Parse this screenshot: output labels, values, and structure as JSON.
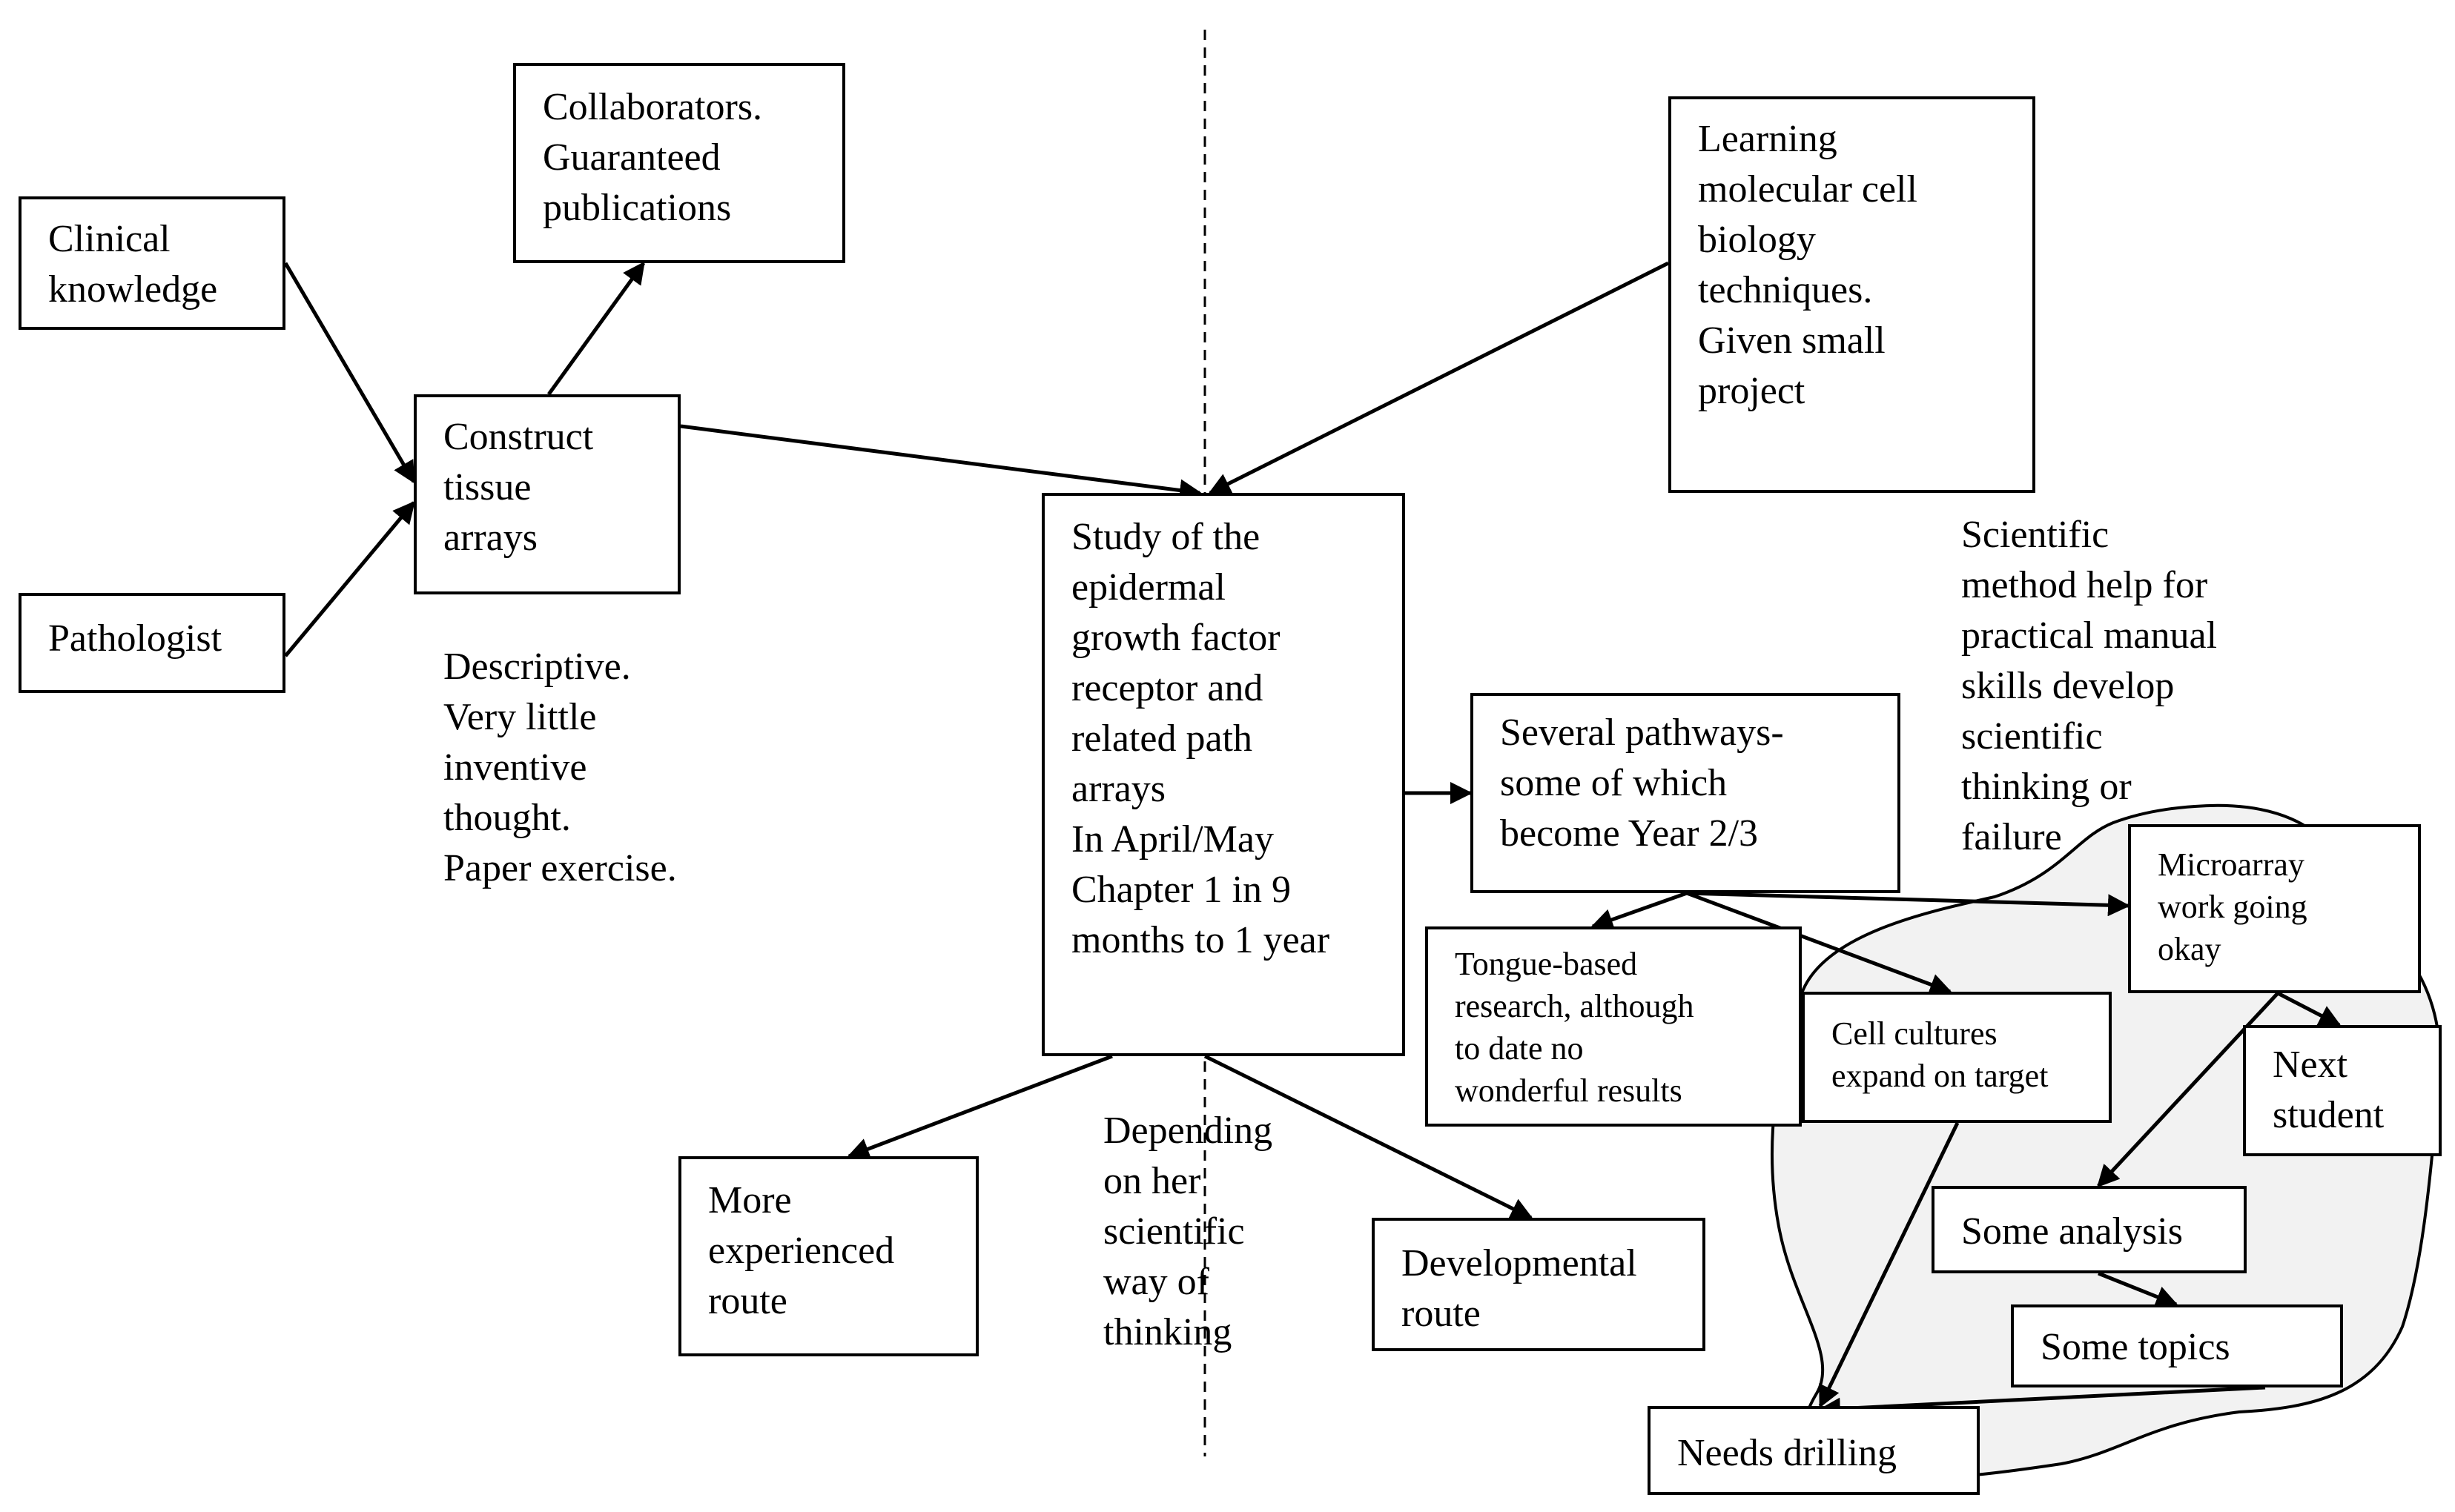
{
  "diagram": {
    "boxes": {
      "clinical_knowledge": "Clinical\nknowledge",
      "pathologist": "Pathologist",
      "construct_tissue_arrays": "Construct\ntissue\narrays",
      "collaborators": "Collaborators.\nGuaranteed\npublications",
      "learning_techniques": "Learning\nmolecular cell\nbiology\ntechniques.\n Given small\nproject",
      "study_egfr": "Study of the\nepidermal\ngrowth factor\nreceptor and\nrelated path\narrays\nIn April/May\nChapter 1 in 9\nmonths to 1 year",
      "several_pathways": "Several pathways-\nsome of which\nbecome Year 2/3",
      "tongue_research": "Tongue-based\nresearch, although\nto date no\nwonderful results",
      "cell_cultures": "Cell cultures\nexpand on target",
      "microarray": "Microarray\nwork going\nokay",
      "next_student": "Next\nstudent",
      "some_analysis": "Some analysis",
      "some_topics": "Some topics",
      "needs_drilling": "Needs drilling",
      "more_experienced_route": "More\nexperienced\nroute",
      "developmental_route": "Developmental\nroute"
    },
    "annotations": {
      "descriptive_note": "Descriptive.\nVery little\ninventive\nthought.\nPaper exercise.",
      "scientific_method_note": "Scientific\nmethod help for\npractical manual\nskills develop\nscientific\nthinking or\nfailure",
      "depending_note": "Depending\non her\nscientific\nway of\nthinking"
    },
    "colors": {
      "cloud_fill": "#f2f2f2",
      "stroke": "#000000",
      "box_fill": "#ffffff"
    }
  }
}
